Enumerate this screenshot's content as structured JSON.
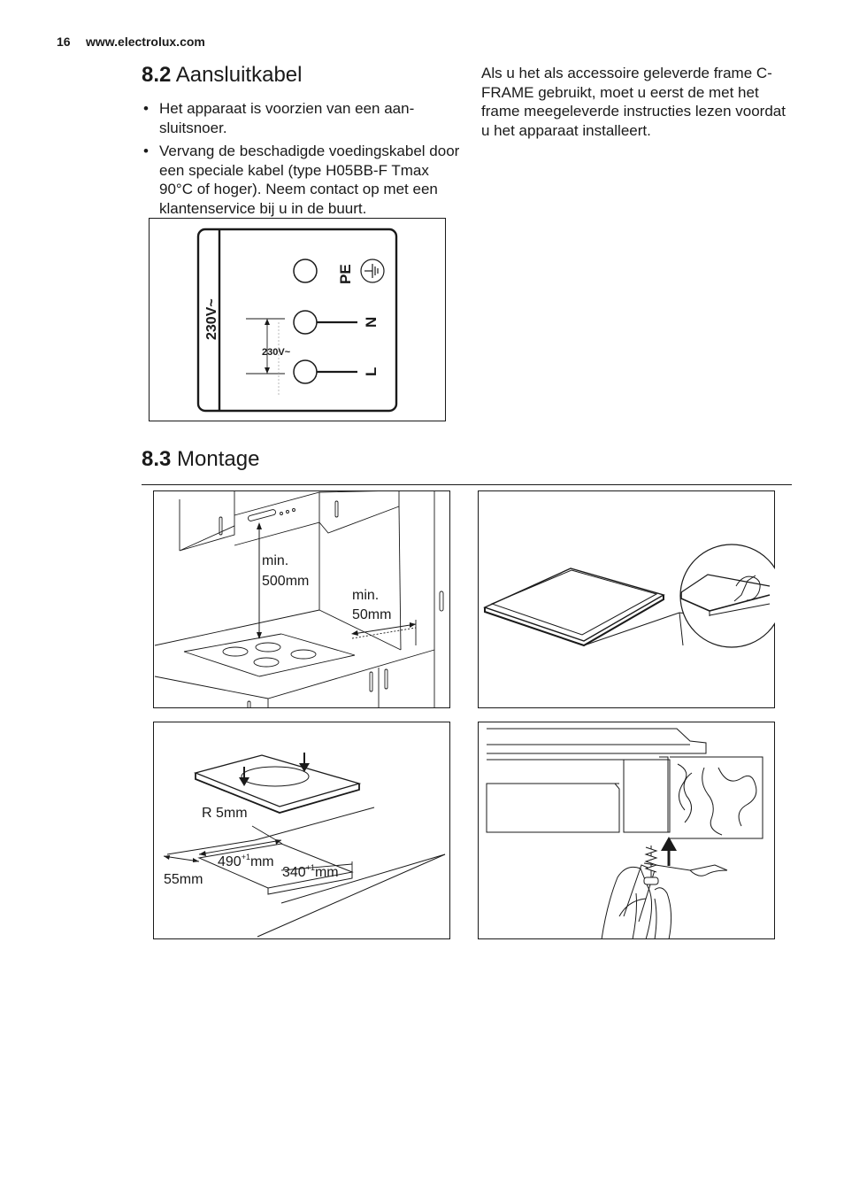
{
  "header": {
    "page_number": "16",
    "website": "www.electrolux.com"
  },
  "section_82": {
    "number": "8.2",
    "title": "Aansluitkabel",
    "bullets": [
      "Het apparaat is voorzien van een aan- sluitsnoer.",
      "Vervang de beschadigde voedingskabel door een speciale kabel (type H05BB-F Tmax 90°C of hoger). Neem contact op met een klantenservice bij u in de buurt."
    ],
    "right_paragraph": "Als u het als accessoire geleverde frame C-FRAME gebruikt, moet u eerst de met het frame meegeleverde instructies lezen voordat u het apparaat installeert."
  },
  "wiring_diagram": {
    "voltage_side": "230V~",
    "voltage_mid": "230V~",
    "terminal_pe": "PE",
    "terminal_n": "N",
    "terminal_l": "L"
  },
  "section_83": {
    "number": "8.3",
    "title": "Montage",
    "fig1": {
      "min_label": "min.",
      "height_value": "500mm",
      "min_label_2": "min.",
      "side_value": "50mm"
    },
    "fig3": {
      "radius": "R 5mm",
      "width_value": "490",
      "width_tol": "+1",
      "width_unit": "mm",
      "depth_value": "340",
      "depth_tol": "+1",
      "depth_unit": "mm",
      "edge_value": "55mm"
    }
  }
}
